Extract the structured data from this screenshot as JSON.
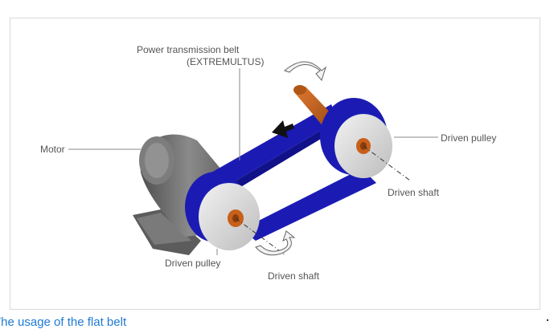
{
  "labels": {
    "belt_line1": "Power transmission belt",
    "belt_line2": "(EXTREMULTUS)",
    "motor": "Motor",
    "driven_pulley_right": "Driven pulley",
    "driven_shaft_right": "Driven shaft",
    "driven_pulley_bottom": "Driven pulley",
    "driven_shaft_bottom": "Driven shaft"
  },
  "caption": "The usage of the flat belt",
  "colors": {
    "belt": "#1b1bb4",
    "motor": "#6b6b6b",
    "pulley": "#d9d9d9",
    "shaft": "#c8601a",
    "caption": "#1f7ad4"
  },
  "icons": [
    "rotation-arrow-icon",
    "direction-arrow-icon"
  ]
}
